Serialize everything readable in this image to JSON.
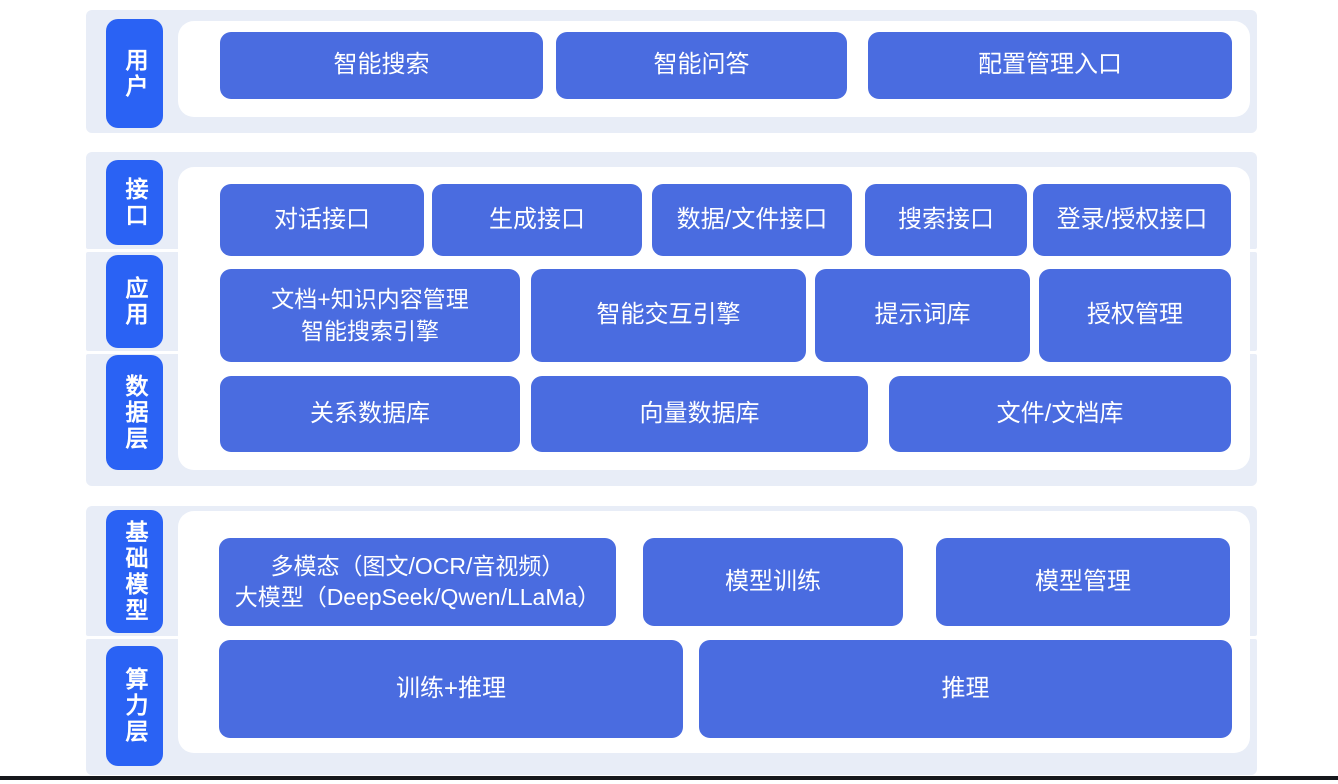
{
  "diagram": {
    "layers": {
      "user": "用户",
      "interface": "接口",
      "application": "应用",
      "data_layer": "数据层",
      "foundation_model": "基础模型",
      "compute_layer": "算力层"
    },
    "user_row": {
      "smart_search": "智能搜索",
      "smart_qa": "智能问答",
      "config_entry": "配置管理入口"
    },
    "interface_row": {
      "dialog_api": "对话接口",
      "generation_api": "生成接口",
      "data_file_api": "数据/文件接口",
      "search_api": "搜索接口",
      "login_auth_api": "登录/授权接口"
    },
    "application_row": {
      "doc_line1": "文档+知识内容管理",
      "doc_line2": "智能搜索引擎",
      "interaction_engine": "智能交互引擎",
      "prompt_library": "提示词库",
      "auth_management": "授权管理"
    },
    "data_row": {
      "relational_db": "关系数据库",
      "vector_db": "向量数据库",
      "file_doc_store": "文件/文档库"
    },
    "foundation_row": {
      "multimodal_line1": "多模态（图文/OCR/音视频）",
      "multimodal_line2": "大模型（DeepSeek/Qwen/LLaMa）",
      "model_training": "模型训练",
      "model_management": "模型管理"
    },
    "compute_row": {
      "training_inference": "训练+推理",
      "inference": "推理"
    },
    "colors": {
      "layer_pill": "#2a62f4",
      "feature_box": "#4a6ce0",
      "section_band": "#e8edf7",
      "panel": "#ffffff",
      "bottom_rule": "#16181c"
    }
  }
}
